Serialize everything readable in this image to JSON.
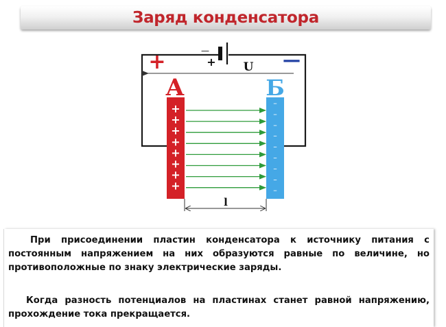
{
  "title": "Заряд конденсатора",
  "diagram": {
    "plus_sign_left": "+",
    "minus_sign_right": "—",
    "battery_plus": "+",
    "battery_minus": "—",
    "voltage_label": "U",
    "plate_a_label": "А",
    "plate_b_label": "Б",
    "plate_a_charges": [
      "+",
      "+",
      "+",
      "+",
      "+",
      "+",
      "+",
      "+"
    ],
    "plate_b_charges": [
      "–",
      "–",
      "–",
      "–",
      "–",
      "–",
      "–",
      "–",
      "–"
    ],
    "distance_label": "l",
    "field_line_count": 8,
    "colors": {
      "plate_a": "#d42127",
      "plate_b": "#45a8e6",
      "field_lines": "#2e9b3a",
      "wire": "#1a1a1a",
      "title": "#c0262c",
      "minus_sign": "#2342a4"
    }
  },
  "text": {
    "paragraph_1": "При присоединении пластин конденсатора  к источнику питания с постоянным напряжением на них образуются равные по величине, но противоположные по знаку электрические заряды.",
    "paragraph_2": "Когда разность потенциалов на пластинах станет равной напряжению, прохождение тока прекращается."
  }
}
